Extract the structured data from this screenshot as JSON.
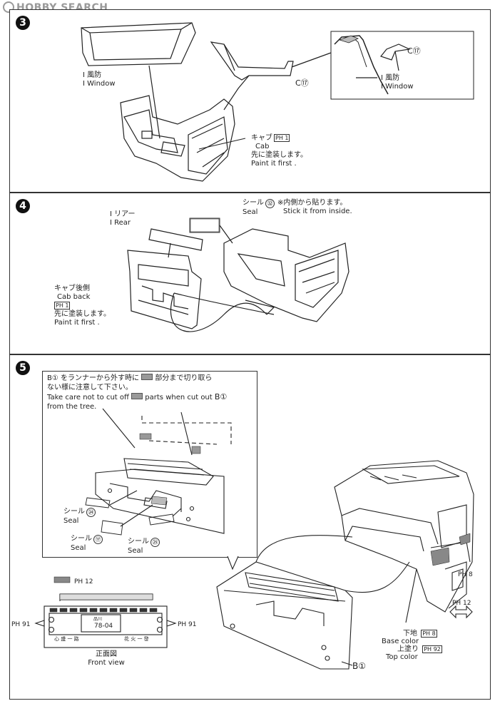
{
  "watermark": "HOBBY SEARCH",
  "steps": {
    "s3": {
      "number": "3",
      "window_label_jp": "I 風防",
      "window_label_en": "I Window",
      "c17_a": "C⑰",
      "c17_b": "C⑰",
      "detail_window_jp": "I 風防",
      "detail_window_en": "I Window",
      "cab_jp": "キャブ",
      "cab_code": "PH 1",
      "cab_en": "Cab",
      "paint_jp": "先に塗装します。",
      "paint_en": "Paint it first ."
    },
    "s4": {
      "number": "4",
      "rear_jp": "I リアー",
      "rear_en": "I Rear",
      "seal_jp": "シール",
      "seal_en": "Seal",
      "seal_num": "㉜",
      "inside_jp": "※内側から貼ります。",
      "inside_en": "Stick it from inside.",
      "cabback_jp": "キャブ後側",
      "cabback_en": "Cab back",
      "cabback_code": "PH 1",
      "paint_jp": "先に塗装します。",
      "paint_en": "Paint it first ."
    },
    "s5": {
      "number": "5",
      "note_jp1": "B① をランナーから外す時に",
      "note_jp1b": "部分まで切り取ら",
      "note_jp2": "ない様に注意して下さい。",
      "note_en1": "Take care not to cut off",
      "note_en1b": "parts when cut out",
      "note_en1c": "B①",
      "note_en2": "from the tree.",
      "seal24_jp": "シール",
      "seal24_num": "㉔",
      "seal24_en": "Seal",
      "seal17_jp": "シール",
      "seal17_num": "⑰",
      "seal17_en": "Seal",
      "seal25_jp": "シール",
      "seal25_num": "㉕",
      "seal25_en": "Seal",
      "ph12_top": "PH 12",
      "ph91_left": "PH 91",
      "ph91_right": "PH 91",
      "plate_top": "品川",
      "plate_num": "78-04",
      "plate_left": "心 盛 一 路",
      "plate_right": "花 火 一 發",
      "front_jp": "正面図",
      "front_en": "Front view",
      "ph8": "PH 8",
      "ph12_right": "PH 12",
      "base_jp": "下地",
      "base_en": "Base color",
      "base_code": "PH 8",
      "top_jp": "上塗り",
      "top_en": "Top color",
      "top_code": "PH 92",
      "b1": "B①"
    }
  }
}
